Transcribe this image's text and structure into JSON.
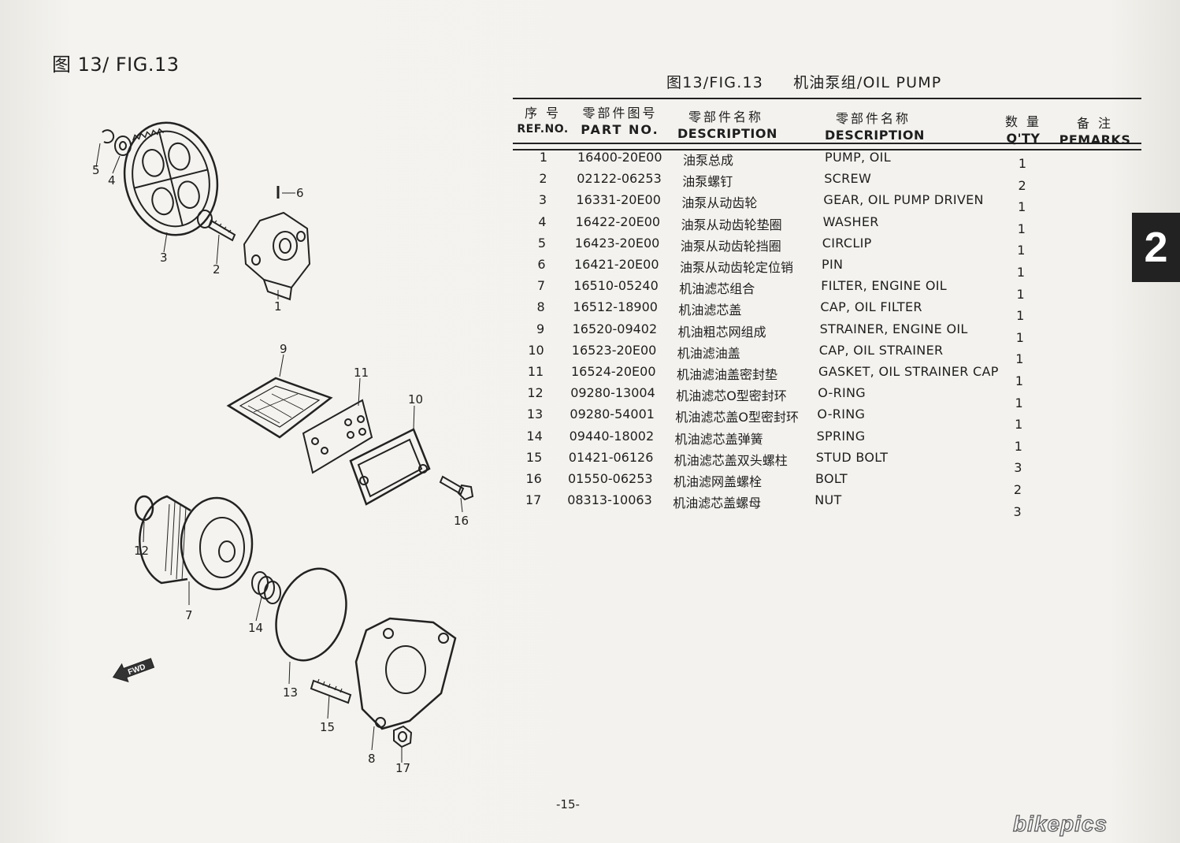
{
  "figure_title": "图 13/ FIG.13",
  "table_title": {
    "fig": "图13/FIG.13",
    "name": "机油泵组/OIL PUMP"
  },
  "section_tab": "2",
  "headers": {
    "ref_cn": "序 号",
    "ref_en": "REF.NO.",
    "part_cn": "零部件图号",
    "part_en": "PART NO.",
    "desc_cn_cn": "零部件名称",
    "desc_cn_en": "DESCRIPTION",
    "desc_en_cn": "零部件名称",
    "desc_en_en": "DESCRIPTION",
    "qty_cn": "数 量",
    "qty_en": "Q'TY",
    "remarks_cn": "备 注",
    "remarks_en": "PEMARKS"
  },
  "parts": [
    {
      "ref": "1",
      "part_no": "16400-20E00",
      "desc_cn": "油泵总成",
      "desc_en": "PUMP, OIL",
      "qty": "1"
    },
    {
      "ref": "2",
      "part_no": "02122-06253",
      "desc_cn": "油泵螺钉",
      "desc_en": "SCREW",
      "qty": "2"
    },
    {
      "ref": "3",
      "part_no": "16331-20E00",
      "desc_cn": "油泵从动齿轮",
      "desc_en": "GEAR, OIL PUMP DRIVEN",
      "qty": "1"
    },
    {
      "ref": "4",
      "part_no": "16422-20E00",
      "desc_cn": "油泵从动齿轮垫圈",
      "desc_en": "WASHER",
      "qty": "1"
    },
    {
      "ref": "5",
      "part_no": "16423-20E00",
      "desc_cn": "油泵从动齿轮挡圈",
      "desc_en": "CIRCLIP",
      "qty": "1"
    },
    {
      "ref": "6",
      "part_no": "16421-20E00",
      "desc_cn": "油泵从动齿轮定位销",
      "desc_en": "PIN",
      "qty": "1"
    },
    {
      "ref": "7",
      "part_no": "16510-05240",
      "desc_cn": "机油滤芯组合",
      "desc_en": "FILTER, ENGINE OIL",
      "qty": "1"
    },
    {
      "ref": "8",
      "part_no": "16512-18900",
      "desc_cn": "机油滤芯盖",
      "desc_en": "CAP, OIL FILTER",
      "qty": "1"
    },
    {
      "ref": "9",
      "part_no": "16520-09402",
      "desc_cn": "机油粗芯网组成",
      "desc_en": "STRAINER, ENGINE OIL",
      "qty": "1"
    },
    {
      "ref": "10",
      "part_no": "16523-20E00",
      "desc_cn": "机油滤油盖",
      "desc_en": "CAP, OIL STRAINER",
      "qty": "1"
    },
    {
      "ref": "11",
      "part_no": "16524-20E00",
      "desc_cn": "机油滤油盖密封垫",
      "desc_en": "GASKET, OIL STRAINER CAP",
      "qty": "1"
    },
    {
      "ref": "12",
      "part_no": "09280-13004",
      "desc_cn": "机油滤芯O型密封环",
      "desc_en": "O-RING",
      "qty": "1"
    },
    {
      "ref": "13",
      "part_no": "09280-54001",
      "desc_cn": "机油滤芯盖O型密封环",
      "desc_en": "O-RING",
      "qty": "1"
    },
    {
      "ref": "14",
      "part_no": "09440-18002",
      "desc_cn": "机油滤芯盖弹簧",
      "desc_en": "SPRING",
      "qty": "1"
    },
    {
      "ref": "15",
      "part_no": "01421-06126",
      "desc_cn": "机油滤芯盖双头螺柱",
      "desc_en": "STUD BOLT",
      "qty": "3"
    },
    {
      "ref": "16",
      "part_no": "01550-06253",
      "desc_cn": "机油滤网盖螺栓",
      "desc_en": "BOLT",
      "qty": "2"
    },
    {
      "ref": "17",
      "part_no": "08313-10063",
      "desc_cn": "机油滤芯盖螺母",
      "desc_en": "NUT",
      "qty": "3"
    }
  ],
  "callouts": [
    "1",
    "2",
    "3",
    "4",
    "5",
    "6",
    "7",
    "8",
    "9",
    "10",
    "11",
    "12",
    "13",
    "14",
    "15",
    "16",
    "17"
  ],
  "fwd_label": "FWD",
  "page_number": "-15-",
  "watermark": "bikepics"
}
